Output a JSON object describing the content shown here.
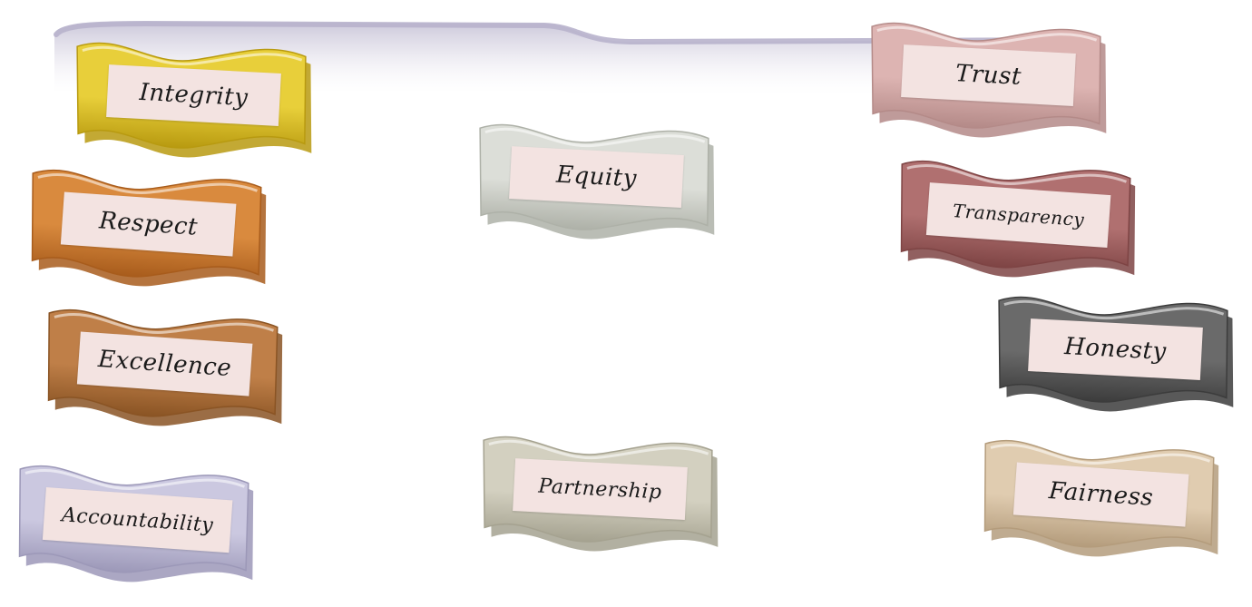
{
  "values": [
    {
      "id": "integrity",
      "label": "Integrity",
      "color": "#e8cf3a",
      "dark": "#b89a10"
    },
    {
      "id": "respect",
      "label": "Respect",
      "color": "#d98a3e",
      "dark": "#a85c1c"
    },
    {
      "id": "excellence",
      "label": "Excellence",
      "color": "#bf7f48",
      "dark": "#8a5424"
    },
    {
      "id": "accountability",
      "label": "Accountability",
      "color": "#cbc8e0",
      "dark": "#9c98b8"
    },
    {
      "id": "equity",
      "label": "Equity",
      "color": "#dcded8",
      "dark": "#aeb1a8"
    },
    {
      "id": "partnership",
      "label": "Partnership",
      "color": "#d3d0c0",
      "dark": "#a5a290"
    },
    {
      "id": "trust",
      "label": "Trust",
      "color": "#ddb4b2",
      "dark": "#b48a88"
    },
    {
      "id": "transparency",
      "label": "Transparency",
      "color": "#b07070",
      "dark": "#7e4444"
    },
    {
      "id": "honesty",
      "label": "Honesty",
      "color": "#6a6a6a",
      "dark": "#3c3c3c"
    },
    {
      "id": "fairness",
      "label": "Fairness",
      "color": "#e0ccb0",
      "dark": "#b49c7c"
    }
  ]
}
